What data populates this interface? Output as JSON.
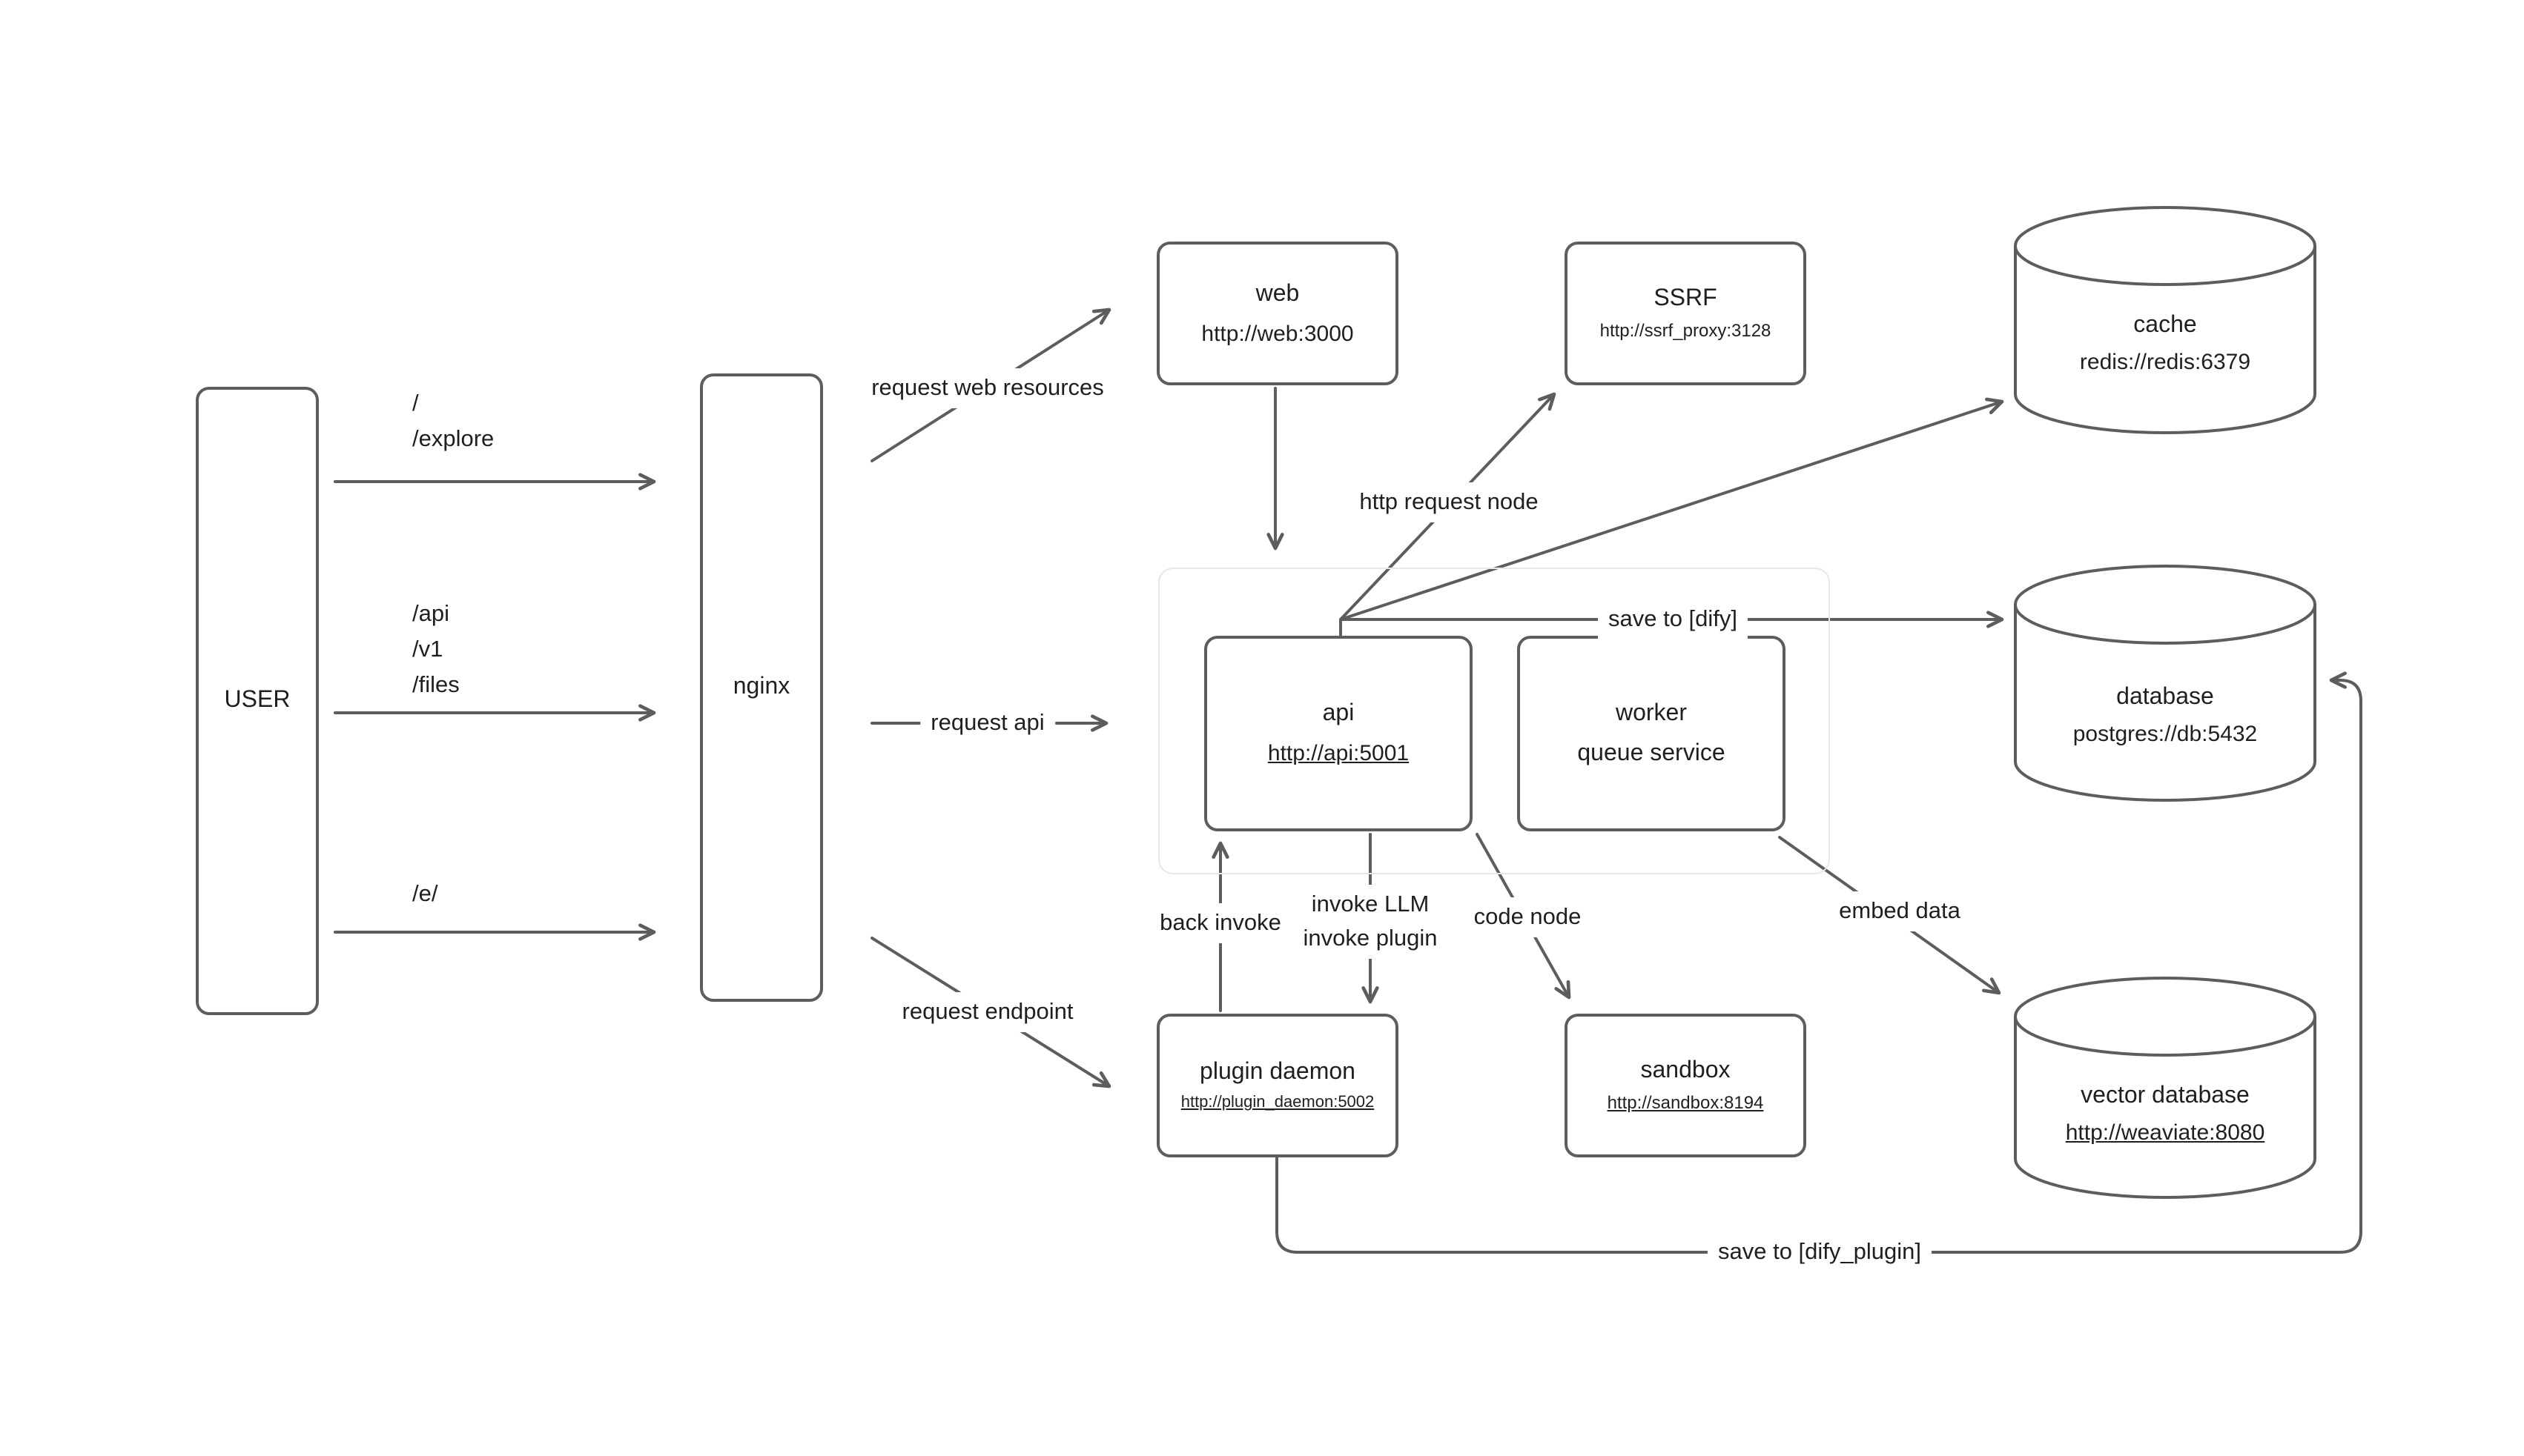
{
  "colors": {
    "stroke": "#5d5d5d",
    "text": "#1f1f1f",
    "group_border": "#e7e7e7",
    "bg": "#ffffff"
  },
  "nodes": {
    "user": {
      "label": "USER"
    },
    "nginx": {
      "label": "nginx"
    },
    "web": {
      "label": "web",
      "url": "http://web:3000"
    },
    "ssrf": {
      "label": "SSRF",
      "url": "http://ssrf_proxy:3128"
    },
    "cache": {
      "label": "cache",
      "url": "redis://redis:6379"
    },
    "api": {
      "label": "api",
      "url": "http://api:5001"
    },
    "worker": {
      "label": "worker",
      "sublabel": "queue service"
    },
    "database": {
      "label": "database",
      "url": "postgres://db:5432"
    },
    "plugin_daemon": {
      "label": "plugin daemon",
      "url": "http://plugin_daemon:5002"
    },
    "sandbox": {
      "label": "sandbox",
      "url": "http://sandbox:8194"
    },
    "vector_database": {
      "label": "vector database",
      "url": "http://weaviate:8080"
    }
  },
  "edges": {
    "user_paths_top": {
      "line1": "/",
      "line2": "/explore"
    },
    "user_paths_mid": {
      "line1": "/api",
      "line2": "/v1",
      "line3": "/files"
    },
    "user_paths_bottom": {
      "line1": "/e/"
    },
    "request_web": "request web resources",
    "request_api": "request api",
    "request_endpoint": "request endpoint",
    "http_request_node": "http request node",
    "save_to_dify": "save to [dify]",
    "back_invoke": "back invoke",
    "invoke_llm": "invoke LLM",
    "invoke_plugin": "invoke plugin",
    "code_node": "code node",
    "embed_data": "embed data",
    "save_to_dify_plugin": "save to [dify_plugin]"
  }
}
